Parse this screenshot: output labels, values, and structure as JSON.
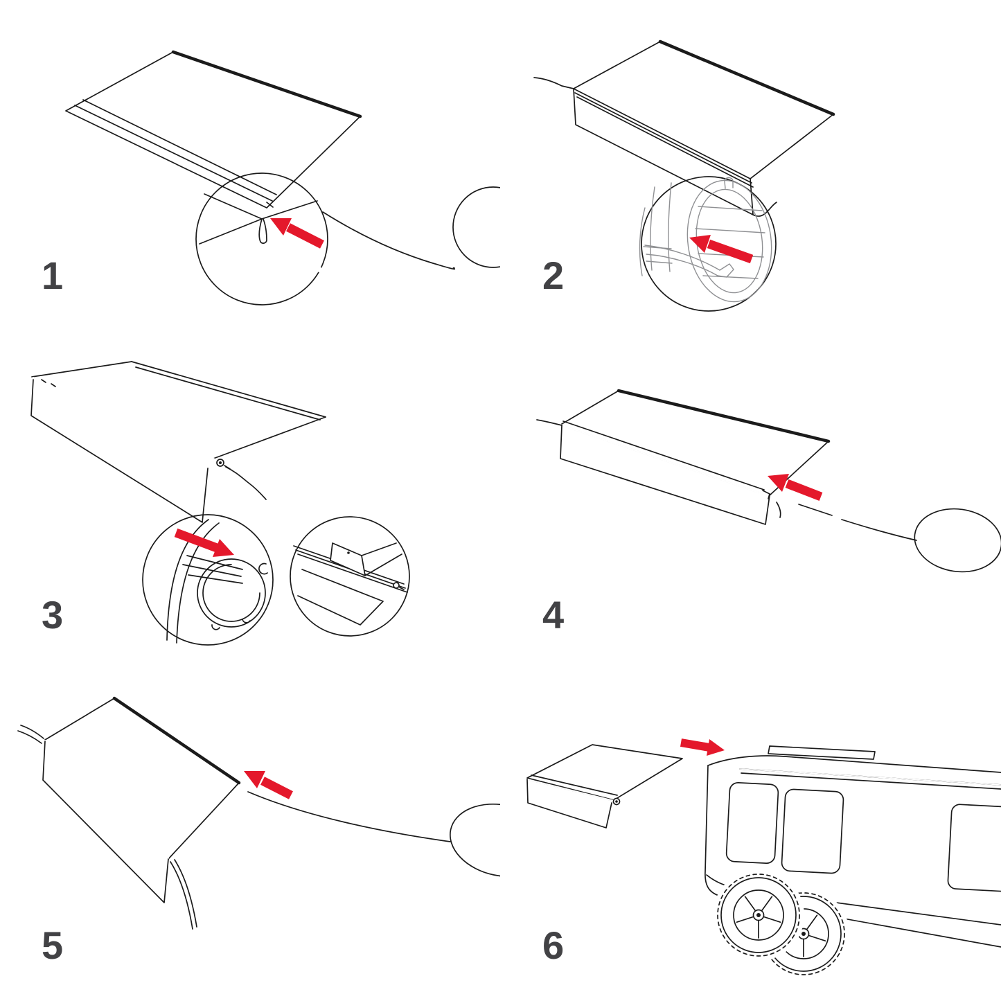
{
  "colors": {
    "background": "#ffffff",
    "line_dark": "#1b1b1b",
    "line_light": "#8f9093",
    "arrow_red": "#e4182b",
    "step_number_gray": "#424245"
  },
  "steps": [
    {
      "number": "1",
      "illustration": "flat-awning-fabric-with-polycord-corner-detail"
    },
    {
      "number": "2",
      "illustration": "folded-fabric-with-pull-rod-and-roller-end-cap-detail"
    },
    {
      "number": "3",
      "illustration": "unrolled-awning-with-roller-tube-groove-and-rail-tab-details"
    },
    {
      "number": "4",
      "illustration": "fabric-with-rail-polycord-and-cord-loop"
    },
    {
      "number": "5",
      "illustration": "assembled-awning-with-hanging-cords-and-cord-loop"
    },
    {
      "number": "6",
      "illustration": "awning-sliding-into-rv-roof-rail"
    }
  ]
}
